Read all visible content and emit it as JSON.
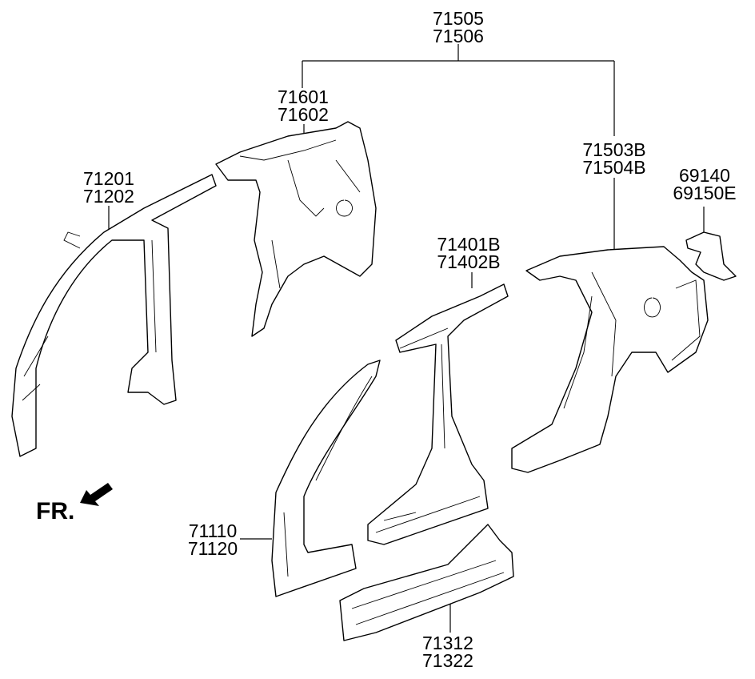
{
  "labels": {
    "quarter_assy": [
      "71505",
      "71506"
    ],
    "inner_quarter": [
      "71601",
      "71602"
    ],
    "quarter_outer": [
      "71503B",
      "71504B"
    ],
    "fuel_filler": [
      "69140",
      "69150E"
    ],
    "front_pillar_inner": [
      "71201",
      "71202"
    ],
    "center_pillar": [
      "71401B",
      "71402B"
    ],
    "front_pillar_outer": [
      "71110",
      "71120"
    ],
    "side_sill": [
      "71312",
      "71322"
    ]
  },
  "direction": {
    "text": "FR.",
    "icon": "arrow-front-icon"
  }
}
